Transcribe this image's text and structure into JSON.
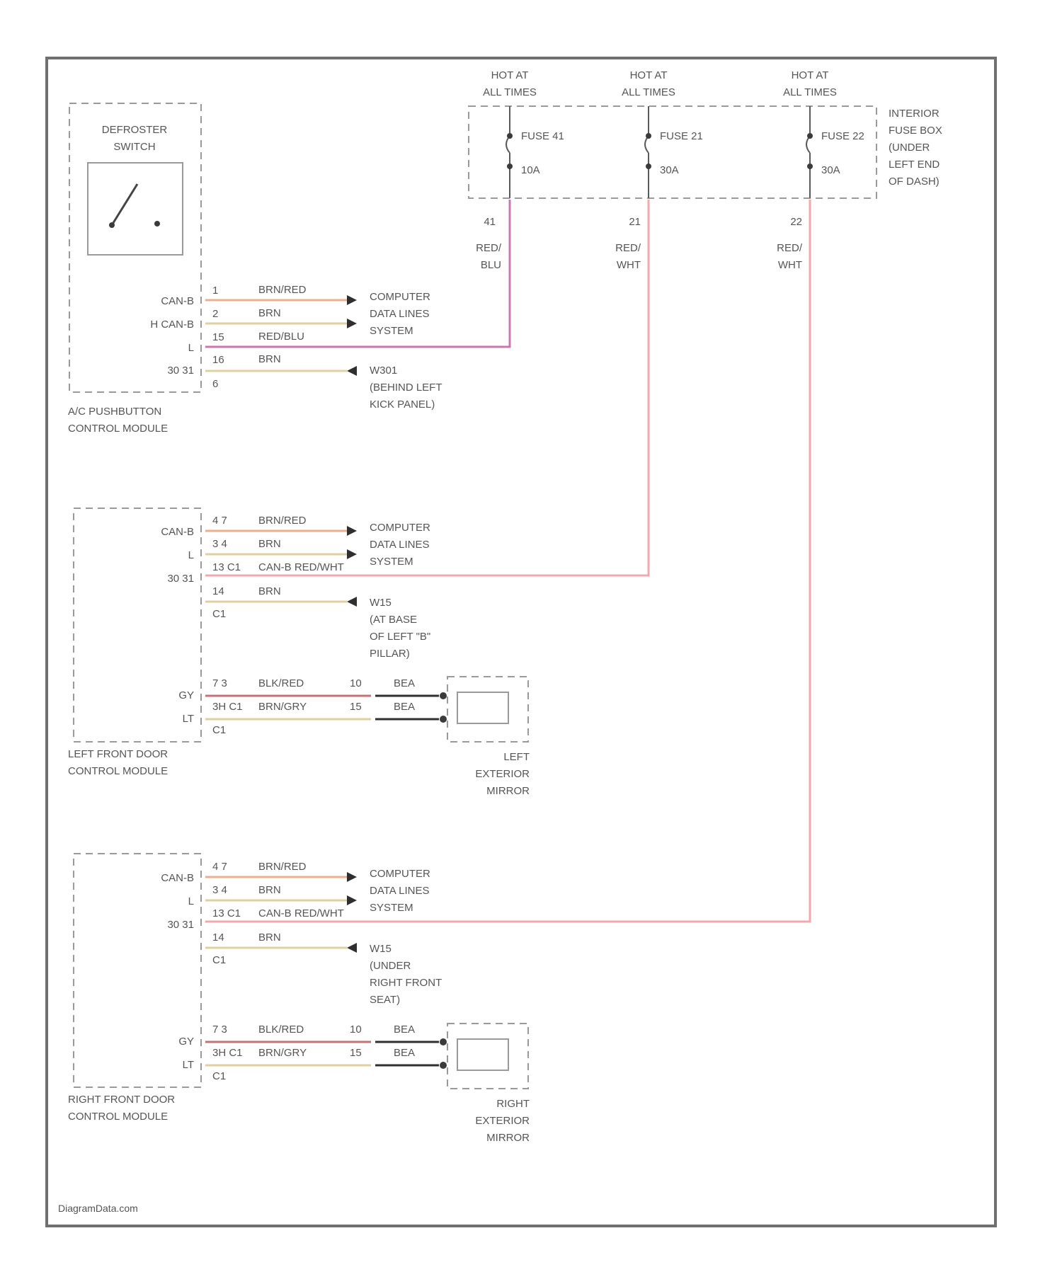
{
  "hot_labels": [
    [
      "HOT AT",
      "ALL TIMES"
    ],
    [
      "HOT AT",
      "ALL TIMES"
    ],
    [
      "HOT AT",
      "ALL TIMES"
    ]
  ],
  "fuse_box": {
    "fuses": [
      {
        "name": "FUSE 41",
        "rating": "10A",
        "pin": "41",
        "wire": [
          "RED/",
          "BLU"
        ]
      },
      {
        "name": "FUSE 21",
        "rating": "30A",
        "pin": "21",
        "wire": [
          "RED/",
          "WHT"
        ]
      },
      {
        "name": "FUSE 22",
        "rating": "30A",
        "pin": "22",
        "wire": [
          "RED/",
          "WHT"
        ]
      }
    ],
    "label": [
      "INTERIOR",
      "FUSE BOX",
      "(UNDER",
      "LEFT END",
      "OF DASH)"
    ]
  },
  "defroster_switch": [
    "DEFROSTER",
    "SWITCH"
  ],
  "ac_module": {
    "label": [
      "A/C PUSHBUTTON",
      "CONTROL MODULE"
    ],
    "signals": [
      "CAN-B",
      "H CAN-B",
      "L",
      "30 31"
    ],
    "pins": [
      "1",
      "2",
      "15",
      "16",
      "6"
    ],
    "wires": [
      "BRN/RED",
      "BRN",
      "RED/BLU",
      "BRN"
    ],
    "data_lines": [
      "COMPUTER",
      "DATA LINES",
      "SYSTEM"
    ],
    "ground": [
      "W301",
      "(BEHIND LEFT",
      "KICK PANEL)"
    ]
  },
  "left_door": {
    "label": [
      "LEFT FRONT DOOR",
      "CONTROL MODULE"
    ],
    "signals": [
      "CAN-B",
      "L",
      "30 31",
      "GY",
      "LT"
    ],
    "pins": [
      "4 7",
      "3 4",
      "13 C1",
      "14",
      "C1",
      "7 3",
      "3H C1",
      "C1"
    ],
    "wires": [
      "BRN/RED",
      "BRN",
      "CAN-B RED/WHT",
      "BRN",
      "BLK/RED",
      "BRN/GRY"
    ],
    "data_lines": [
      "COMPUTER",
      "DATA LINES",
      "SYSTEM"
    ],
    "ground": [
      "W15",
      "(AT BASE",
      "OF LEFT \"B\"",
      "PILLAR)"
    ],
    "mirror_pins": [
      "10",
      "15"
    ],
    "mirror_wires": [
      "BEA",
      "BEA"
    ],
    "mirror_label": [
      "LEFT",
      "EXTERIOR",
      "MIRROR"
    ]
  },
  "right_door": {
    "label": [
      "RIGHT FRONT DOOR",
      "CONTROL MODULE"
    ],
    "signals": [
      "CAN-B",
      "L",
      "30 31",
      "GY",
      "LT"
    ],
    "pins": [
      "4 7",
      "3 4",
      "13 C1",
      "14",
      "C1",
      "7 3",
      "3H C1",
      "C1"
    ],
    "wires": [
      "BRN/RED",
      "BRN",
      "CAN-B RED/WHT",
      "BRN",
      "BLK/RED",
      "BRN/GRY"
    ],
    "data_lines": [
      "COMPUTER",
      "DATA LINES",
      "SYSTEM"
    ],
    "ground": [
      "W15",
      "(UNDER",
      "RIGHT FRONT",
      "SEAT)"
    ],
    "mirror_pins": [
      "10",
      "15"
    ],
    "mirror_wires": [
      "BEA",
      "BEA"
    ],
    "mirror_label": [
      "RIGHT",
      "EXTERIOR",
      "MIRROR"
    ]
  },
  "footer": "DiagramData.com"
}
